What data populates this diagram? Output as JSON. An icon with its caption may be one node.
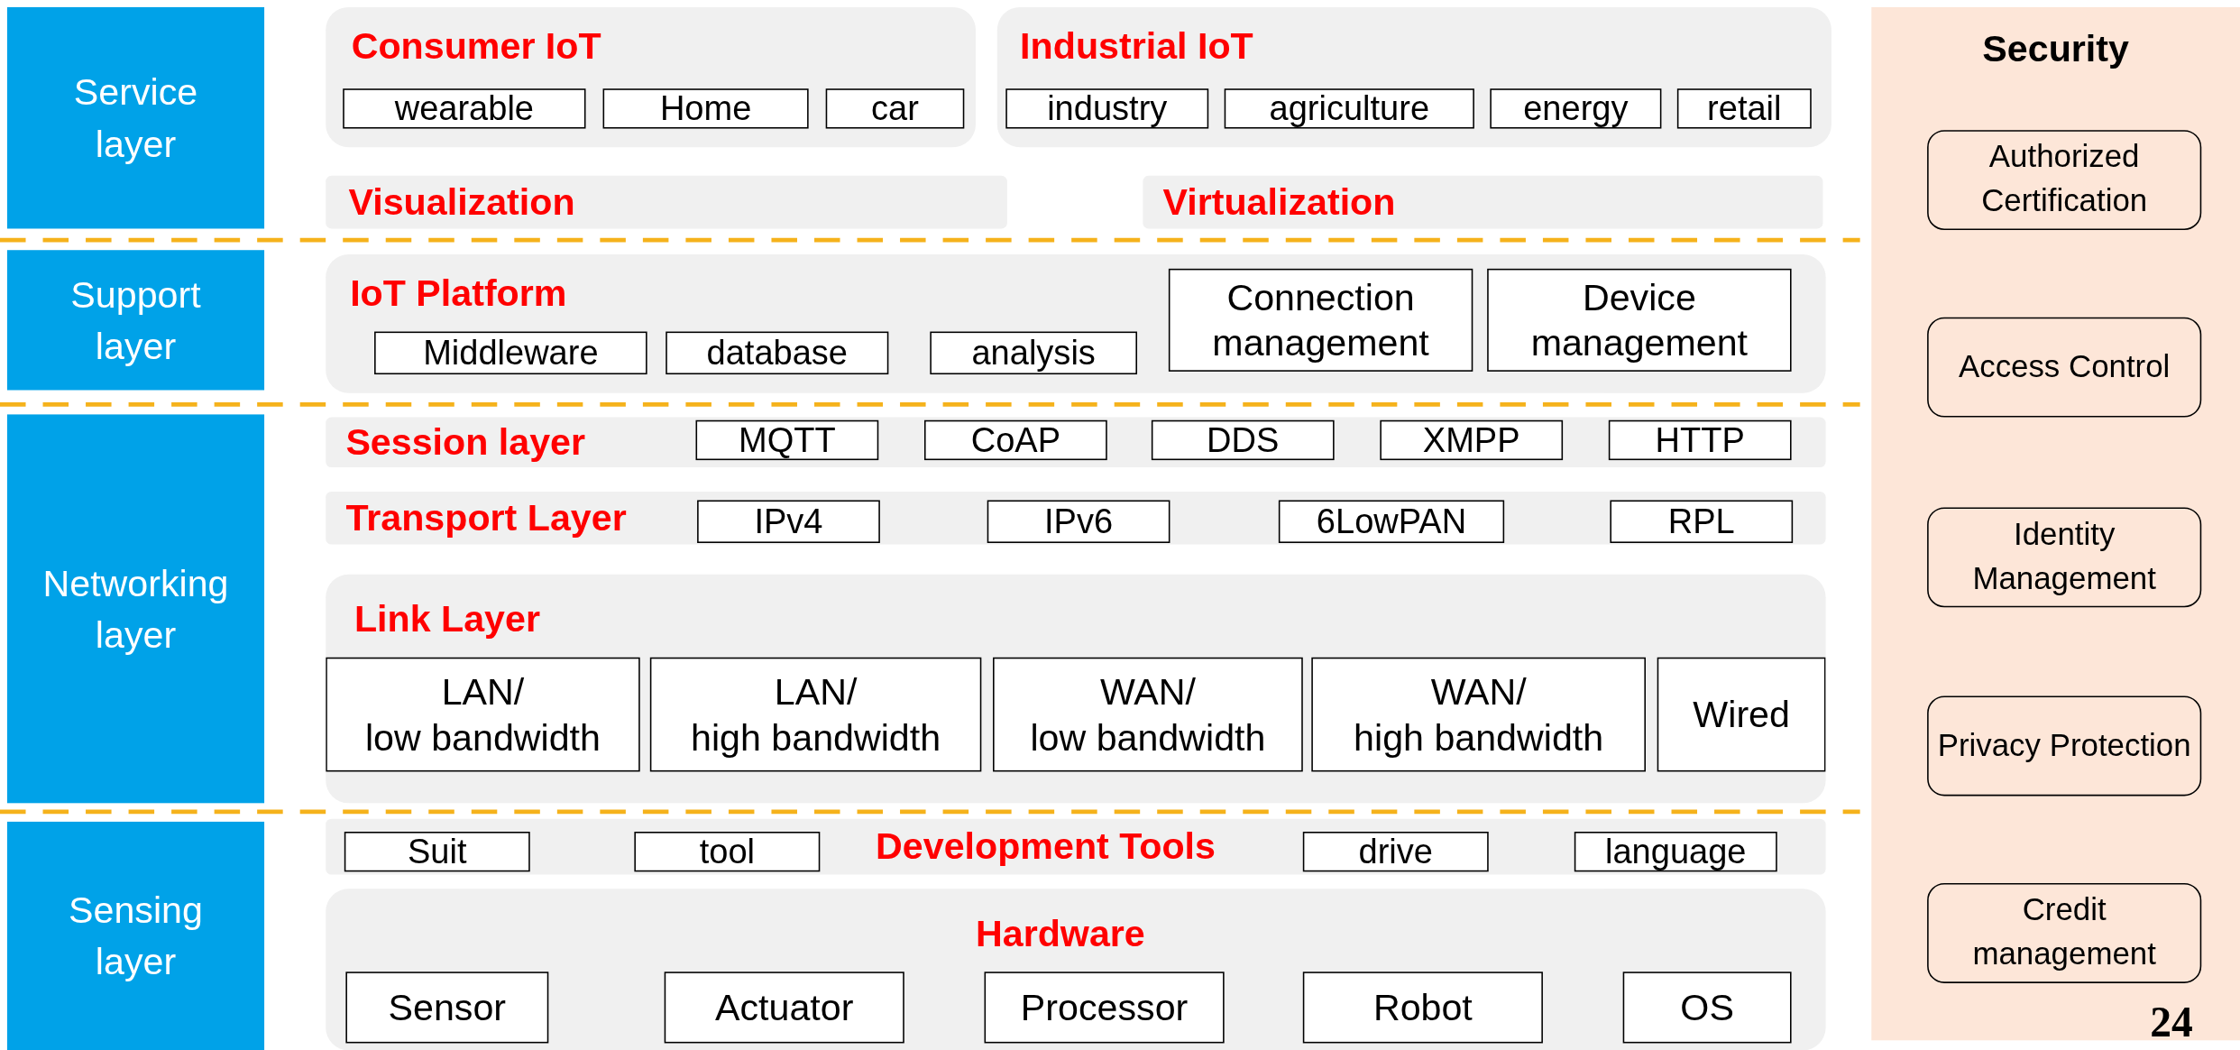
{
  "diagram": {
    "nodes": [
      {
        "text": [
          "Service layer"
        ]
      },
      {
        "text": [
          "Consumer IoT"
        ]
      },
      {
        "text": [
          "wearable"
        ],
        "in": 1
      },
      {
        "text": [
          "Home"
        ],
        "in": 1
      },
      {
        "text": [
          "car"
        ],
        "in": 1
      },
      {
        "text": [
          "Industrial IoT"
        ]
      },
      {
        "text": [
          "industry"
        ],
        "in": 5
      },
      {
        "text": [
          "agriculture"
        ],
        "in": 5
      },
      {
        "text": [
          "energy"
        ],
        "in": 5
      },
      {
        "text": [
          "retail"
        ],
        "in": 5
      },
      {
        "text": [
          "Visualization"
        ]
      },
      {
        "text": [
          "Virtualization"
        ]
      },
      {
        "text": [
          "Support layer"
        ]
      },
      {
        "text": [
          "IoT Platform"
        ]
      },
      {
        "text": [
          "Middleware"
        ],
        "in": 13
      },
      {
        "text": [
          "database"
        ],
        "in": 13
      },
      {
        "text": [
          "analysis"
        ],
        "in": 13
      },
      {
        "text": [
          "Connection management"
        ],
        "in": 13
      },
      {
        "text": [
          "Device management"
        ],
        "in": 13
      },
      {
        "text": [
          "Networking layer"
        ]
      },
      {
        "text": [
          "Session layer"
        ]
      },
      {
        "text": [
          "MQTT"
        ],
        "in": 20
      },
      {
        "text": [
          "CoAP"
        ],
        "in": 20
      },
      {
        "text": [
          "DDS"
        ],
        "in": 20
      },
      {
        "text": [
          "XMPP"
        ],
        "in": 20
      },
      {
        "text": [
          "HTTP"
        ],
        "in": 20
      },
      {
        "text": [
          "Transport Layer"
        ]
      },
      {
        "text": [
          "IPv4"
        ],
        "in": 26
      },
      {
        "text": [
          "IPv6"
        ],
        "in": 26
      },
      {
        "text": [
          "6LowPAN"
        ],
        "in": 26
      },
      {
        "text": [
          "RPL"
        ],
        "in": 26
      },
      {
        "text": [
          "Link Layer"
        ]
      },
      {
        "text": [
          "LAN/ low bandwidth"
        ],
        "in": 31
      },
      {
        "text": [
          "LAN/ high bandwidth"
        ],
        "in": 31
      },
      {
        "text": [
          "WAN/ low bandwidth"
        ],
        "in": 31
      },
      {
        "text": [
          "WAN/ high bandwidth"
        ],
        "in": 31
      },
      {
        "text": [
          "Wired"
        ],
        "in": 31
      },
      {
        "text": [
          "Sensing layer"
        ]
      },
      {
        "text": [
          "Development Tools"
        ]
      },
      {
        "text": [
          "Suit"
        ],
        "in": 38
      },
      {
        "text": [
          "tool"
        ],
        "in": 38
      },
      {
        "text": [
          "drive"
        ],
        "in": 38
      },
      {
        "text": [
          "language"
        ],
        "in": 38
      },
      {
        "text": [
          "Hardware"
        ]
      },
      {
        "text": [
          "Sensor"
        ],
        "in": 43
      },
      {
        "text": [
          "Actuator"
        ],
        "in": 43
      },
      {
        "text": [
          "Processor"
        ],
        "in": 43
      },
      {
        "text": [
          "Robot"
        ],
        "in": 43
      },
      {
        "text": [
          "OS"
        ],
        "in": 43
      },
      {
        "text": [
          "Security"
        ]
      },
      {
        "text": [
          "Authorized Certification"
        ],
        "in": 49
      },
      {
        "text": [
          "Access Control"
        ],
        "in": 49
      },
      {
        "text": [
          "Identity Management"
        ],
        "in": 49
      },
      {
        "text": [
          "Privacy Protection"
        ],
        "in": 49
      },
      {
        "text": [
          "Credit management"
        ],
        "in": 49
      }
    ],
    "labels": [
      "24"
    ]
  }
}
